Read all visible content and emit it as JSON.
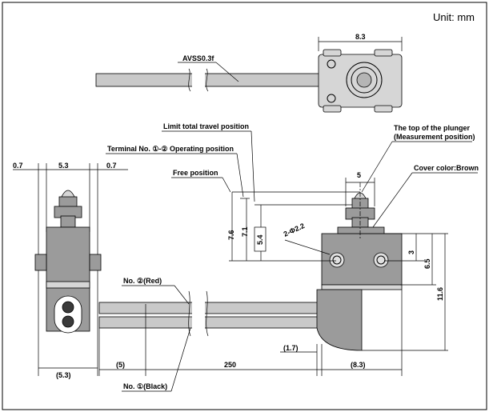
{
  "unit_label": "Unit: mm",
  "wire_type": "AVSS0.3f",
  "callouts": {
    "limit_travel": "Limit total travel position",
    "operating_position": "Terminal No. ①-② Operating position",
    "free_position": "Free position",
    "plunger_top_line1": "The top of the plunger",
    "plunger_top_line2": "(Measurement position)",
    "cover_color": "Cover color:Brown",
    "wire_red": "No. ②(Red)",
    "wire_black": "No. ①(Black)"
  },
  "dimensions": {
    "top_width": "8.3",
    "left_07a": "0.7",
    "left_53": "5.3",
    "left_07b": "0.7",
    "left_bottom": "(5.3)",
    "plunger_width": "5",
    "hole_dia": "2-Φ2.2",
    "h_76": "7.6",
    "h_71": "7.1",
    "h_54": "5.4",
    "h_3": "3",
    "h_65": "6.5",
    "h_116": "11.6",
    "off_17": "(1.7)",
    "len_5": "(5)",
    "len_250": "250",
    "len_83": "(8.3)"
  },
  "colors": {
    "body": "#9b9b9b",
    "cable": "#c9c9c9",
    "ink": "#000000"
  }
}
